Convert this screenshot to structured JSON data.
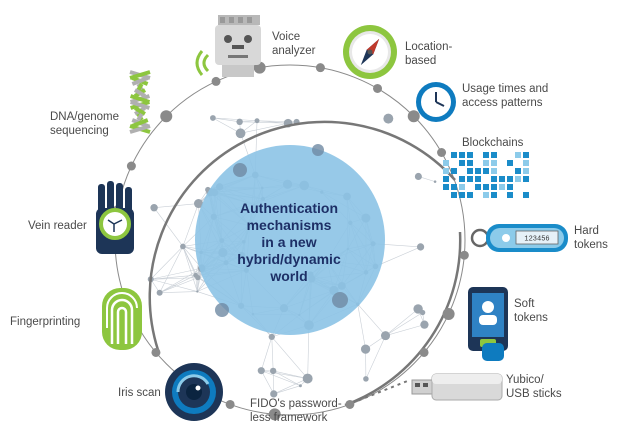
{
  "center_title": "Authentication\nmechanisms\nin a new\nhybrid/dynamic\nworld",
  "labels": {
    "voice": "Voice\nanalyzer",
    "location": "Location-\nbased",
    "usage": "Usage times and\naccess patterns",
    "blockchains": "Blockchains",
    "hard_tokens": "Hard\ntokens",
    "soft_tokens": "Soft\ntokens",
    "yubico": "Yubico/\nUSB sticks",
    "fido": "FIDO's password-\nless framework",
    "iris": "Iris scan",
    "fingerprinting": "Fingerprinting",
    "vein": "Vein reader",
    "dna": "DNA/genome\nsequencing"
  },
  "token_code": "123456",
  "colors": {
    "accent_green": "#8dc63f",
    "accent_blue": "#0e7bbf",
    "dark_navy": "#1d3557",
    "circle_fill": "#8cc3e6",
    "text_navy": "#1d2f66"
  },
  "icons": [
    "robot-face-icon",
    "compass-icon",
    "clock-icon",
    "blockchain-grid-icon",
    "key-fob-icon",
    "smartphone-icon",
    "usb-stick-icon",
    "iris-eye-icon",
    "fingerprint-icon",
    "vein-hand-icon",
    "dna-helix-icon"
  ]
}
